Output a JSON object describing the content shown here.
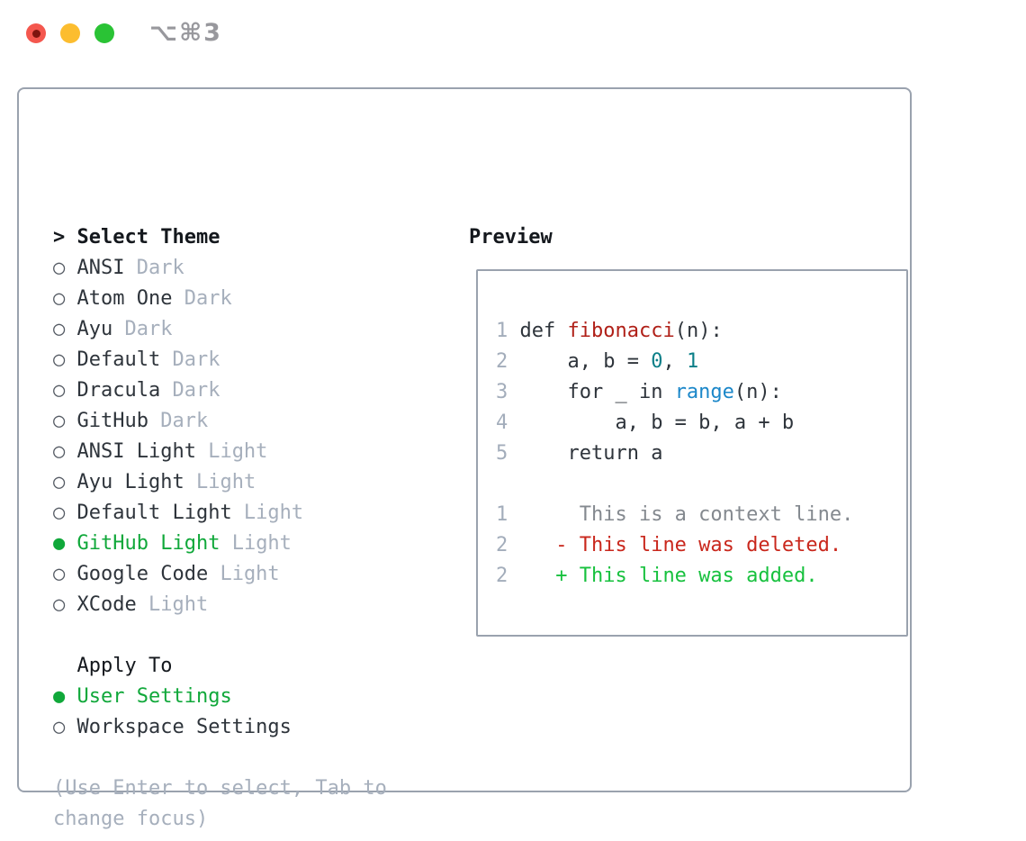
{
  "colors": {
    "window_border": "#9aa2ae",
    "text_strong": "#14181d",
    "text": "#2e343b",
    "muted": "#a6afbc",
    "radio_gray": "#545a63",
    "accent_green": "#10a83a",
    "line_number": "#a3adbb",
    "context_gray": "#84898f",
    "function_red": "#b02018",
    "deleted_red": "#c9271c",
    "added_green": "#17c13e",
    "literal_teal": "#0b7f88",
    "call_blue": "#1b87c9",
    "shortcut_gray": "#98989d",
    "traffic_red": "#f4574e",
    "traffic_red_dot": "#7e150f",
    "traffic_yellow": "#fcbd2f",
    "traffic_green": "#2ac335"
  },
  "titlebar": {
    "shortcut": "⌥⌘3",
    "buttons": [
      {
        "name": "close",
        "color": "#f4574e",
        "dot": "#7e150f"
      },
      {
        "name": "minimize",
        "color": "#fcbd2f"
      },
      {
        "name": "zoom",
        "color": "#2ac335"
      }
    ]
  },
  "glyphs": {
    "header_marker": ">",
    "radio_unselected": "○",
    "radio_selected": "●"
  },
  "theme_list": {
    "header_label": "Select Theme",
    "items": [
      {
        "label": "ANSI",
        "tag": "Dark",
        "selected": false
      },
      {
        "label": "Atom One",
        "tag": "Dark",
        "selected": false
      },
      {
        "label": "Ayu",
        "tag": "Dark",
        "selected": false
      },
      {
        "label": "Default",
        "tag": "Dark",
        "selected": false
      },
      {
        "label": "Dracula",
        "tag": "Dark",
        "selected": false
      },
      {
        "label": "GitHub",
        "tag": "Dark",
        "selected": false
      },
      {
        "label": "ANSI Light",
        "tag": "Light",
        "selected": false
      },
      {
        "label": "Ayu Light",
        "tag": "Light",
        "selected": false
      },
      {
        "label": "Default Light",
        "tag": "Light",
        "selected": false
      },
      {
        "label": "GitHub Light",
        "tag": "Light",
        "selected": true
      },
      {
        "label": "Google Code",
        "tag": "Light",
        "selected": false
      },
      {
        "label": "XCode",
        "tag": "Light",
        "selected": false
      }
    ]
  },
  "apply_to": {
    "header_label": "Apply To",
    "options": [
      {
        "label": "User Settings",
        "selected": true
      },
      {
        "label": "Workspace Settings",
        "selected": false
      }
    ]
  },
  "help_lines": [
    "(Use Enter to select, Tab to",
    "change focus)"
  ],
  "preview": {
    "label": "Preview",
    "lines": [
      {
        "num": "1",
        "segs": [
          [
            "def ",
            "code"
          ],
          [
            "fibonacci",
            "func"
          ],
          [
            "(n):",
            "code"
          ]
        ]
      },
      {
        "num": "2",
        "segs": [
          [
            "    a, b = ",
            "code"
          ],
          [
            "0",
            "lit"
          ],
          [
            ", ",
            "code"
          ],
          [
            "1",
            "lit"
          ]
        ]
      },
      {
        "num": "3",
        "segs": [
          [
            "    for _ in ",
            "code"
          ],
          [
            "range",
            "call"
          ],
          [
            "(n):",
            "code"
          ]
        ]
      },
      {
        "num": "4",
        "segs": [
          [
            "        a, b = b, a + b",
            "code"
          ]
        ]
      },
      {
        "num": "5",
        "segs": [
          [
            "    return a",
            "code"
          ]
        ]
      },
      {
        "num": "",
        "segs": []
      },
      {
        "num": "1",
        "segs": [
          [
            "     This is a context line.",
            "ctx"
          ]
        ]
      },
      {
        "num": "2",
        "segs": [
          [
            "   - This line was deleted.",
            "del"
          ]
        ]
      },
      {
        "num": "2",
        "segs": [
          [
            "   + This line was added.",
            "add"
          ]
        ]
      }
    ]
  }
}
